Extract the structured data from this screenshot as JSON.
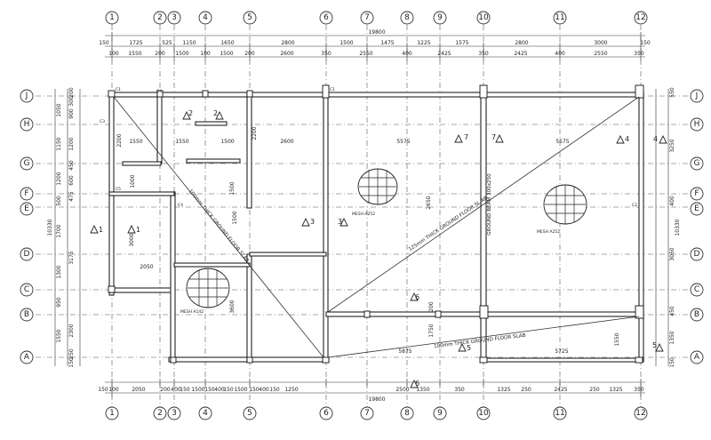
{
  "grid": {
    "vertical": [
      {
        "label": "1"
      },
      {
        "label": "2"
      },
      {
        "label": "3"
      },
      {
        "label": "4"
      },
      {
        "label": "5"
      },
      {
        "label": "6"
      },
      {
        "label": "7"
      },
      {
        "label": "8"
      },
      {
        "label": "9"
      },
      {
        "label": "10"
      },
      {
        "label": "11"
      },
      {
        "label": "12"
      }
    ],
    "horizontal": [
      {
        "label": "J"
      },
      {
        "label": "H"
      },
      {
        "label": "G"
      },
      {
        "label": "F"
      },
      {
        "label": "E"
      },
      {
        "label": "D"
      },
      {
        "label": "C"
      },
      {
        "label": "B"
      },
      {
        "label": "A"
      }
    ]
  },
  "dimensions": {
    "top_overall": "19800",
    "bottom_overall": "19800",
    "left_overall": "10330",
    "right_overall": "10330",
    "top_row1": [
      "150",
      "1725",
      "525",
      "1150",
      "1650",
      "2800",
      "1500",
      "1475",
      "1225",
      "1575",
      "2800",
      "3000",
      "150"
    ],
    "top_row2": [
      "100",
      "1550",
      "200",
      "1500",
      "100",
      "1500",
      "200",
      "2600",
      "350",
      "2550",
      "400",
      "2425",
      "350",
      "2425",
      "400",
      "2550",
      "350"
    ],
    "bottom_row": [
      "150",
      "100",
      "2050",
      "200",
      "400",
      "150",
      "1500",
      "150",
      "400",
      "150",
      "1500",
      "150",
      "400",
      "150",
      "1250",
      "2500",
      "1350",
      "350",
      "1325",
      "250",
      "2425",
      "250",
      "1325",
      "350"
    ],
    "left_col1": [
      "1050",
      "1150",
      "1200",
      "500",
      "1700",
      "1300",
      "950",
      "1550"
    ],
    "left_col2": [
      "200",
      "300",
      "900",
      "1200",
      "450",
      "600",
      "475",
      "3175",
      "2300",
      "250",
      "150"
    ],
    "right_col": [
      "550",
      "3250",
      "400",
      "3050",
      "450",
      "1350",
      "150"
    ],
    "interior": [
      "2200",
      "1550",
      "1550",
      "1500",
      "2200",
      "2600",
      "5575",
      "5575",
      "1000",
      "1500",
      "1500",
      "2050",
      "3000",
      "3600",
      "2650",
      "5875",
      "5725",
      "1550",
      "1750",
      "200"
    ]
  },
  "notes": {
    "slab_1": "100mm THICK GROUND FLOOR SLAB",
    "slab_2": "125mm THICK GROUND FLOOR SL AB",
    "slab_3": "100mm THICK GROUND FLOOR SLAB",
    "beam": "GROUND BEAM 300x250",
    "mesh_1": "MESH A252",
    "mesh_2": "MESH A252",
    "mesh_3": "MESH A142"
  },
  "sections": [
    "1",
    "1",
    "2",
    "2",
    "3",
    "3",
    "4",
    "4",
    "5",
    "5",
    "6",
    "6",
    "7",
    "7"
  ],
  "column_tags": [
    "C1",
    "C2",
    "C3",
    "C4",
    "C5"
  ]
}
